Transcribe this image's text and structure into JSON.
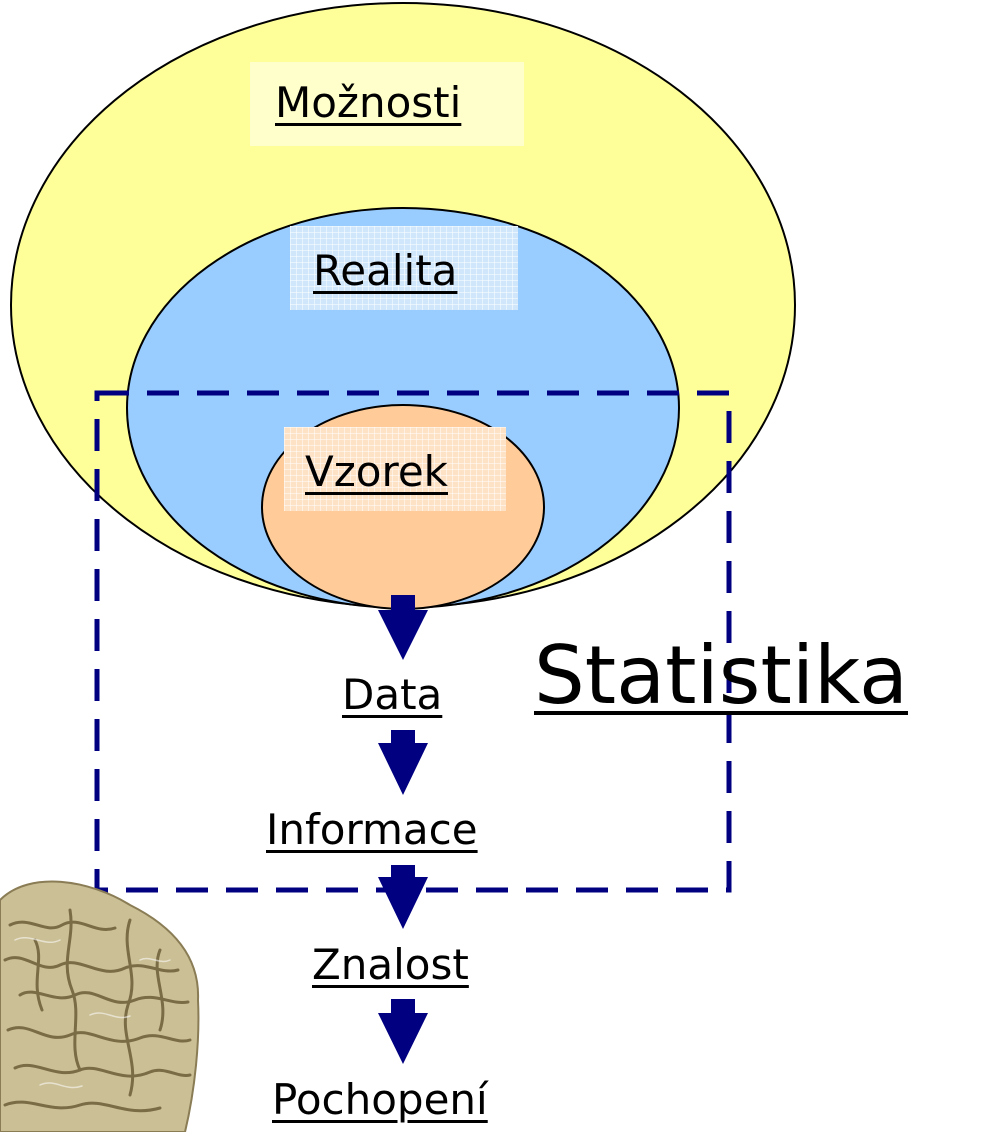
{
  "labels": {
    "possibilities": "Možnosti",
    "reality": "Realita",
    "sample": "Vzorek",
    "data": "Data",
    "information": "Informace",
    "knowledge": "Znalost",
    "understanding": "Pochopení",
    "statistics": "Statistika"
  },
  "colors": {
    "outer_fill": "#ffff99",
    "middle_fill": "#99ccff",
    "inner_fill": "#ffcc99",
    "arrow": "#000080",
    "dashed_frame": "#000080",
    "brain": "#cbbf96"
  },
  "icons": {
    "brain": "brain-icon"
  }
}
